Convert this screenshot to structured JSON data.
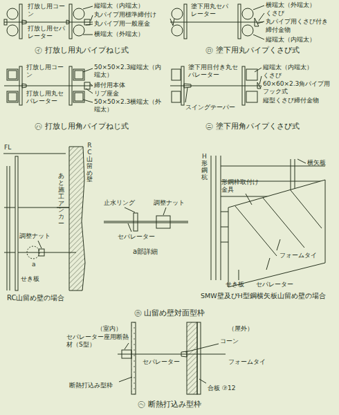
{
  "diagram": {
    "labels": [
      "打放し用コーン",
      "打放し用セパレーター",
      "縦端太（内端太）",
      "丸パイプ用標準締付け",
      "丸パイプ用一般座金",
      "横端太（外端太）",
      "㋑ 打放し用丸パイプねじ式",
      "塗下用丸セパレーター",
      "横端太（外端太）",
      "くさび",
      "丸パイプ用くさび付き",
      "締付金物",
      "縦端太（内端太）",
      "㋺ 塗下用丸パイプくさび式",
      "打放し用コーン",
      "打放し用丸セパレーター",
      "50×50×2.3縦端太（内端太）",
      "締付用本体",
      "リブ座金",
      "50×50×2.3横端太（外端太）",
      "㋩ 打放し用角パイプねじ式",
      "塗下用目付き丸セパレーター",
      "スイングテーパー",
      "縦端太（内端太）",
      "くさび",
      "60×60×2.3角パイプ用フック式",
      "縦型くさび締付金物",
      "㋥ 塗下用角パイプくさび式",
      "FL",
      "RC山留め壁",
      "あと施工アンカー",
      "調整ナット",
      "a",
      "せき板",
      "RC山留め壁の場合",
      "止水リング",
      "調整ナット",
      "セパレーター",
      "a部詳細",
      "H形鋼杭",
      "横矢板",
      "形鋼枠取付け金具",
      "フォームタイ",
      "せき板",
      "セパレーター",
      "SMW壁及びH型鋼横矢板山留め壁の場合",
      "㋭ 山留め壁対面型枠",
      "（室内）",
      "セパレーター座用断熱材（S型）",
      "（屋外）",
      "コーン",
      "セパレーター",
      "フォームタイ",
      "断熱打込み型枠",
      "合板 ⑦12",
      "㋬ 断熱打込み型枠"
    ]
  }
}
